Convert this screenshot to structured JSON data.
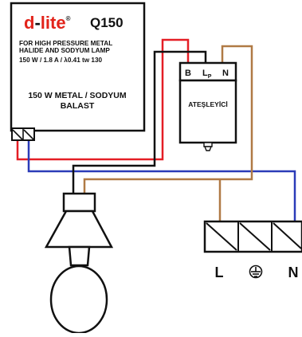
{
  "ballast": {
    "brand_d": "d",
    "brand_dash": "-",
    "brand_rest": "lite",
    "brand_reg": "®",
    "model": "Q150",
    "desc_line1": "FOR HIGH PRESSURE METAL",
    "desc_line2": "HALIDE AND SODYUM LAMP",
    "spec_line": "150 W / 1.8 A / λ0.41 tw 130",
    "label_line1": "150 W METAL / SODYUM",
    "label_line2": "BALAST",
    "brand_red": "#e2231a"
  },
  "igniter": {
    "terminal_b": "B",
    "terminal_lp": "L",
    "terminal_lp_sub": "P",
    "terminal_n": "N",
    "label": "ATEŞLEYİCİ"
  },
  "supply_terminals": {
    "l": "L",
    "ground_symbol": "⏚",
    "n": "N"
  },
  "wire_colors": {
    "red": "#e41e25",
    "blue": "#2b3bb8",
    "brown": "#b07a45",
    "black": "#111111"
  }
}
